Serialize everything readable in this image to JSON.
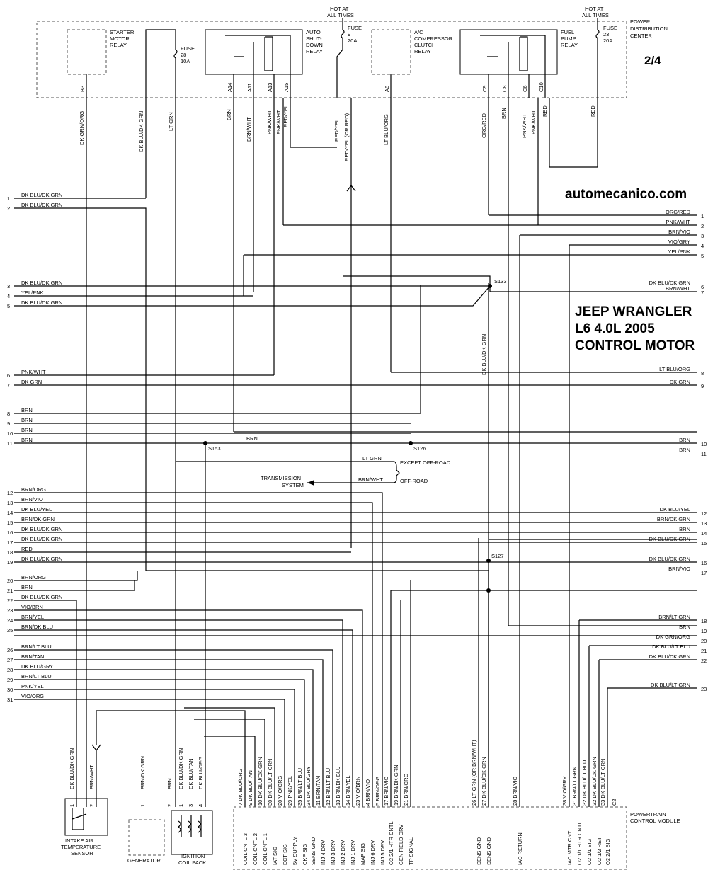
{
  "page": "2/4",
  "site": "automecanico.com",
  "title_lines": [
    "JEEP WRANGLER",
    "L6 4.0L 2005",
    "CONTROL MOTOR"
  ],
  "hot_at_all_times": [
    "HOT AT",
    "ALL TIMES"
  ],
  "pdc_label": [
    "POWER",
    "DISTRIBUTION",
    "CENTER"
  ],
  "components": {
    "starter_relay": [
      "STARTER",
      "MOTOR",
      "RELAY"
    ],
    "asd_relay": [
      "AUTO",
      "SHUT-",
      "DOWN",
      "RELAY"
    ],
    "ac_relay": [
      "A/C",
      "COMPRESSOR",
      "CLUTCH",
      "RELAY"
    ],
    "fuel_relay": [
      "FUEL",
      "PUMP",
      "RELAY"
    ],
    "fuse28": [
      "FUSE",
      "28",
      "10A"
    ],
    "fuse9": [
      "FUSE",
      "9",
      "20A"
    ],
    "fuse23": [
      "FUSE",
      "23",
      "20A"
    ],
    "iat_sensor": [
      "INTAKE AIR",
      "TEMPERATURE",
      "SENSOR"
    ],
    "generator": "GENERATOR",
    "coil_pack": [
      "IGNITION",
      "COIL PACK"
    ],
    "pcm": [
      "POWERTRAIN",
      "CONTROL MODULE"
    ],
    "transmission": [
      "TRANSMISSION",
      "SYSTEM"
    ],
    "except_offroad": "EXCEPT OFF-ROAD",
    "offroad": "OFF-ROAD"
  },
  "pdc_pins": [
    "B3",
    "A14",
    "A11",
    "A13",
    "A15",
    "A8",
    "C9",
    "C8",
    "C6",
    "C10"
  ],
  "top_wires": [
    "DK GRN/ORG",
    "DK BLU/DK GRN",
    "LT GRN",
    "BRN",
    "BRN/WHT",
    "PNK/WHT",
    "PNK/WHT",
    "RED/YEL",
    "RED/YEL",
    "RED/YEL (OR RED)",
    "LT BLU/ORG",
    "ORG/RED",
    "BRN",
    "PNK/WHT",
    "PNK/WHT",
    "RED",
    "RED"
  ],
  "splices": [
    "S133",
    "S126",
    "S153",
    "S127"
  ],
  "left_rows": [
    {
      "n": "1",
      "t": "DK BLU/DK GRN"
    },
    {
      "n": "2",
      "t": "DK BLU/DK GRN"
    },
    {
      "n": "3",
      "t": "DK BLU/DK GRN"
    },
    {
      "n": "4",
      "t": "YEL/PNK"
    },
    {
      "n": "5",
      "t": "DK BLU/DK GRN"
    },
    {
      "n": "6",
      "t": "PNK/WHT"
    },
    {
      "n": "7",
      "t": "DK GRN"
    },
    {
      "n": "8",
      "t": "BRN"
    },
    {
      "n": "9",
      "t": "BRN"
    },
    {
      "n": "10",
      "t": "BRN"
    },
    {
      "n": "11",
      "t": "BRN"
    },
    {
      "n": "12",
      "t": "BRN/ORG"
    },
    {
      "n": "13",
      "t": "BRN/VIO"
    },
    {
      "n": "14",
      "t": "DK BLU/YEL"
    },
    {
      "n": "15",
      "t": "BRN/DK GRN"
    },
    {
      "n": "16",
      "t": "DK BLU/DK GRN"
    },
    {
      "n": "17",
      "t": "DK BLU/DK GRN"
    },
    {
      "n": "18",
      "t": "RED"
    },
    {
      "n": "19",
      "t": "DK BLU/DK GRN"
    },
    {
      "n": "20",
      "t": "BRN/ORG"
    },
    {
      "n": "21",
      "t": "BRN"
    },
    {
      "n": "22",
      "t": "DK BLU/DK GRN"
    },
    {
      "n": "23",
      "t": "VIO/BRN"
    },
    {
      "n": "24",
      "t": "BRN/YEL"
    },
    {
      "n": "25",
      "t": "BRN/DK BLU"
    },
    {
      "n": "26",
      "t": "BRN/LT BLU"
    },
    {
      "n": "27",
      "t": "BRN/TAN"
    },
    {
      "n": "28",
      "t": "DK BLU/GRY"
    },
    {
      "n": "29",
      "t": "BRN/LT BLU"
    },
    {
      "n": "30",
      "t": "PNK/YEL"
    },
    {
      "n": "31",
      "t": "VIO/ORG"
    }
  ],
  "right_rows": [
    {
      "n": "1",
      "t": "ORG/RED"
    },
    {
      "n": "2",
      "t": "PNK/WHT"
    },
    {
      "n": "3",
      "t": "BRN/VIO"
    },
    {
      "n": "4",
      "t": "VIO/GRY"
    },
    {
      "n": "5",
      "t": "YEL/PNK"
    },
    {
      "n": "6",
      "t": "DK BLU/DK GRN"
    },
    {
      "n": "7",
      "t": "BRN/WHT"
    },
    {
      "n": "8",
      "t": "LT BLU/ORG"
    },
    {
      "n": "9",
      "t": "DK GRN"
    },
    {
      "n": "10",
      "t": "BRN"
    },
    {
      "n": "11",
      "t": "BRN"
    },
    {
      "n": "12",
      "t": "DK BLU/YEL"
    },
    {
      "n": "13",
      "t": "BRN/DK GRN"
    },
    {
      "n": "14",
      "t": "BRN"
    },
    {
      "n": "15",
      "t": "DK BLU/DK GRN"
    },
    {
      "n": "16",
      "t": "DK BLU/DK GRN"
    },
    {
      "n": "17",
      "t": "BRN/VIO"
    },
    {
      "n": "18",
      "t": "BRN/LT GRN"
    },
    {
      "n": "19",
      "t": "BRN"
    },
    {
      "n": "20",
      "t": "DK GRN/ORG"
    },
    {
      "n": "21",
      "t": "DK BLU/LT BLU"
    },
    {
      "n": "22",
      "t": "DK BLU/DK GRN"
    },
    {
      "n": "23",
      "t": "DK BLU/LT GRN"
    }
  ],
  "mid_labels": {
    "brn": "BRN",
    "lt_grn": "LT GRN",
    "brn_wht": "BRN/WHT",
    "dk_blu_dk_grn": "DK BLU/DK GRN"
  },
  "bottom_wires_left": [
    {
      "pin": "1",
      "t": "DK BLU/DK GRN"
    },
    {
      "pin": "2",
      "t": "BRN/WHT"
    },
    {
      "pin": "1",
      "t": "BRN/DK GRN"
    },
    {
      "pin": "2",
      "t": "BRN"
    },
    {
      "pin": "1",
      "t": "DK BLU/DK GRN"
    },
    {
      "pin": "3",
      "t": "DK BLU/TAN"
    },
    {
      "pin": "4",
      "t": "DK BLU/ORG"
    }
  ],
  "pcm_pins": [
    {
      "wire": "7 DK BLU/ORG",
      "fn": "COIL CNTL 3"
    },
    {
      "wire": "9 DK BLU/TAN",
      "fn": "COIL CNTL 2"
    },
    {
      "wire": "10 DK BLU/DK GRN",
      "fn": "COIL CNTL 1"
    },
    {
      "wire": "30 DK BLU/LT GRN",
      "fn": "IAT SIG"
    },
    {
      "wire": "20 VIO/ORG",
      "fn": "ECT SIG"
    },
    {
      "wire": "29 PNK/YEL",
      "fn": "5V SUPPLY"
    },
    {
      "wire": "35 BRN/LT BLU",
      "fn": "CKP SIG"
    },
    {
      "wire": "34 DK BLU/GRY",
      "fn": "SENS GND"
    },
    {
      "wire": "11 BRN/TAN",
      "fn": "INJ 4 DRV"
    },
    {
      "wire": "12 BRN/LT BLU",
      "fn": "INJ 3 DRV"
    },
    {
      "wire": "13 BRN/DK BLU",
      "fn": "INJ 2 DRV"
    },
    {
      "wire": "14 BRN/YEL",
      "fn": "INJ 1 DRV"
    },
    {
      "wire": "23 VIO/BRN",
      "fn": "MAP SIG"
    },
    {
      "wire": "4 BRN/VIO",
      "fn": "INJ 6 DRV"
    },
    {
      "wire": "5 BRN/ORG",
      "fn": "INJ 5 DRV"
    },
    {
      "wire": "17 BRN/VIO",
      "fn": "O2 2/1 HTR CNTL"
    },
    {
      "wire": "19 BRN/DK GRN",
      "fn": "GEN FIELD DRV"
    },
    {
      "wire": "21 BRN/ORG",
      "fn": "TP SIGNAL"
    },
    {
      "wire": "26 LT GRN (OR BRN/WHT)",
      "fn": "SENS GND"
    },
    {
      "wire": "27 DK BLU/DK GRN",
      "fn": "SENS GND"
    },
    {
      "wire": "28 BRN/VIO",
      "fn": "IAC RETURN"
    },
    {
      "wire": "38 VIO/GRY",
      "fn": "IAC MTR CNTL"
    },
    {
      "wire": "31 BRN/LT GRN",
      "fn": "O2 1/1 HTR CNTL"
    },
    {
      "wire": "32 DK BLU/LT BLU",
      "fn": "O2 1/1 SIG"
    },
    {
      "wire": "32 DK BLU/DK GRN",
      "fn": "O2 1/2 RET"
    },
    {
      "wire": "33 DK BLU/LT GRN",
      "fn": "O2 2/1 SIG"
    }
  ],
  "pcm_end_pin": "C2"
}
